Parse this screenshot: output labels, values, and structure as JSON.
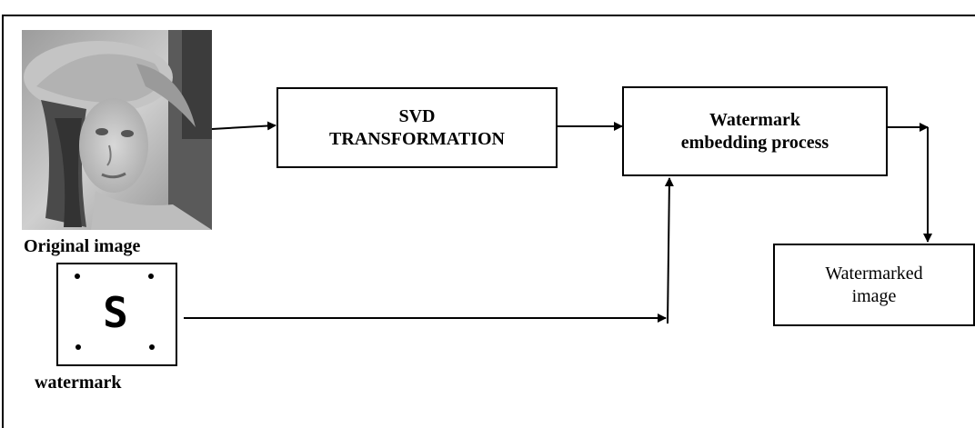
{
  "diagram": {
    "nodes": {
      "original_image": {
        "label": "Original image"
      },
      "watermark": {
        "label": "watermark",
        "glyph": "S"
      },
      "svd": {
        "label": "SVD\nTRANSFORMATION"
      },
      "embed": {
        "label": "Watermark\nembedding process"
      },
      "output": {
        "label": "Watermarked\nimage"
      }
    },
    "edges": [
      {
        "from": "original_image",
        "to": "svd"
      },
      {
        "from": "svd",
        "to": "embed"
      },
      {
        "from": "watermark",
        "to": "embed"
      },
      {
        "from": "embed",
        "to": "output"
      }
    ]
  }
}
